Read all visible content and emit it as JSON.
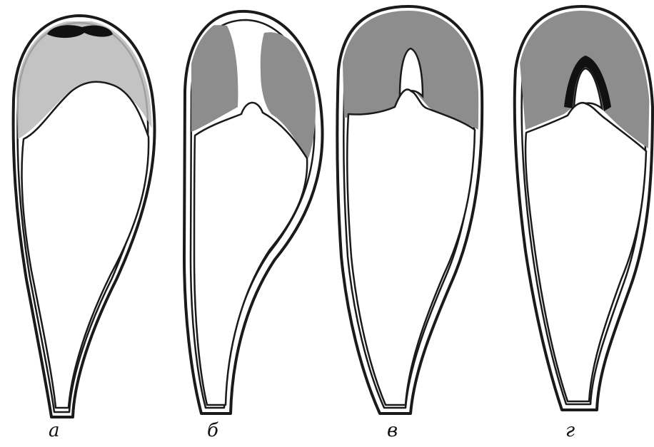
{
  "figure": {
    "panels": [
      {
        "id": "a",
        "label": "а"
      },
      {
        "id": "b",
        "label": "б"
      },
      {
        "id": "c",
        "label": "в"
      },
      {
        "id": "d",
        "label": "г"
      }
    ],
    "colors": {
      "outline": "#1a1a1a",
      "shade_light": "#b9b9b9",
      "shade_dark": "#8d8d8d",
      "black_region": "#111111",
      "background": "#ffffff"
    }
  }
}
